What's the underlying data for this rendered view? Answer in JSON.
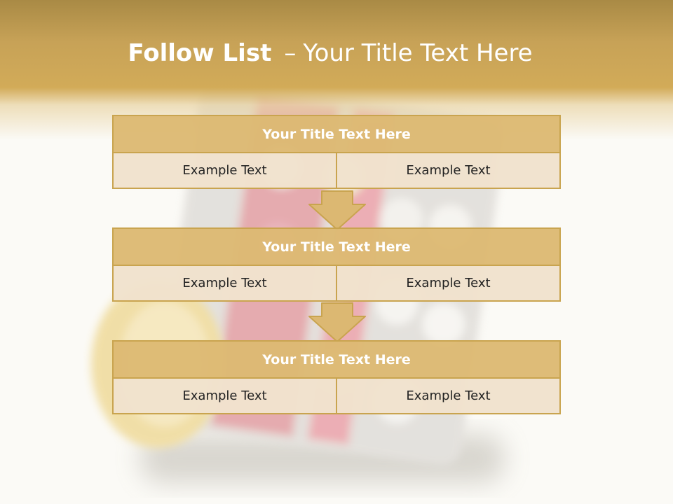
{
  "slide": {
    "title_bold": "Follow List",
    "title_dash": "–",
    "title_rest": "Your Title Text Here"
  },
  "colors": {
    "header": "#c9a455",
    "block_title_bg": "#ddb973",
    "block_cell_bg": "#f1e2cd",
    "border": "#c9a44f"
  },
  "blocks": [
    {
      "title": "Your Title Text Here",
      "cells": [
        "Example Text",
        "Example Text"
      ]
    },
    {
      "title": "Your Title Text Here",
      "cells": [
        "Example Text",
        "Example Text"
      ]
    },
    {
      "title": "Your Title Text Here",
      "cells": [
        "Example Text",
        "Example Text"
      ]
    }
  ]
}
